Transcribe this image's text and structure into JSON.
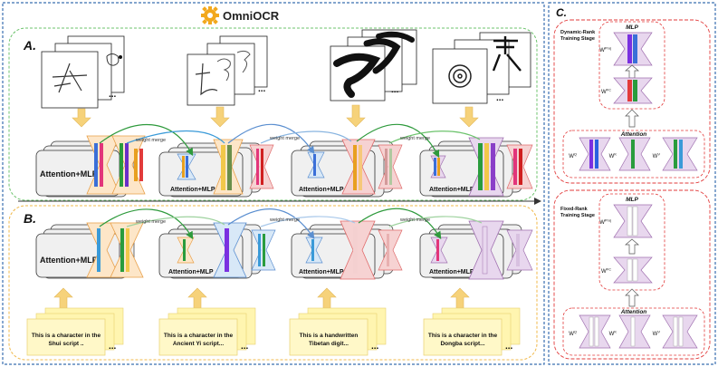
{
  "title": "OmniOCR",
  "section_a": {
    "label": "A.",
    "block_label": "Attention+MLP",
    "merge_label": "weight merge",
    "ellipsis": "..."
  },
  "section_b": {
    "label": "B.",
    "block_label": "Attention+MLP",
    "merge_label": "weight merge",
    "ellipsis": "...",
    "prompts": [
      [
        "This is a character in the",
        "Shui script .."
      ],
      [
        "This is a character in the",
        "Ancient Yi script..."
      ],
      [
        "This is a handwritten",
        "Tibetan digit..."
      ],
      [
        "This is a character in the",
        "Dongba script..."
      ]
    ]
  },
  "section_c": {
    "label": "C.",
    "dynamic": {
      "stage": [
        "Dynamic-Rank",
        "Training Stage"
      ],
      "mlp": "MLP",
      "attention": "Attention",
      "w_fc1": "W",
      "w_fc1_sup": "FC",
      "w_proj": "W",
      "w_proj_sup": "Proj",
      "wq": "W",
      "wq_sup": "Q",
      "wk": "W",
      "wk_sup": "K",
      "wv": "W",
      "wv_sup": "V"
    },
    "fixed": {
      "stage": [
        "Fixed-Rank",
        "Training Stage"
      ],
      "mlp": "MLP",
      "attention": "Attention",
      "w_fc1": "W",
      "w_fc1_sup": "FC",
      "w_proj": "W",
      "w_proj_sup": "Proj",
      "wq": "W",
      "wq_sup": "Q",
      "wk": "W",
      "wk_sup": "K",
      "wv": "W",
      "wv_sup": "V"
    }
  },
  "colors": {
    "accent_green": "#2e9a3c",
    "accent_blue": "#3a6fb0",
    "accent_red": "#e23b3b",
    "arrow_yellow": "#f6d27a",
    "note_yellow": "#fff5b0",
    "tint_orange": "#fde6c8",
    "tint_blue": "#d8e8f7",
    "tint_pink": "#f6d2d2",
    "tint_purple": "#e8d7ee"
  },
  "icons": [
    "logo-gear-icon"
  ]
}
